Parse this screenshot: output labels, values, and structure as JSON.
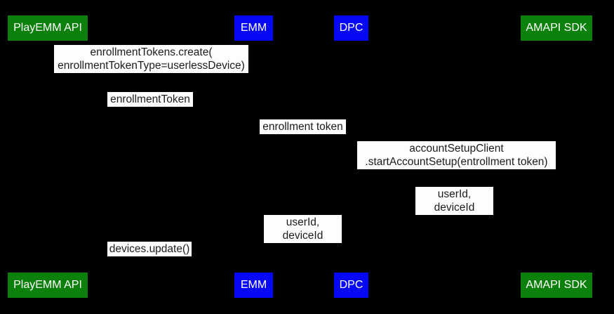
{
  "diagram": {
    "type": "sequence-diagram",
    "background_color": "#000000",
    "label_background_color": "#fdfdfd",
    "label_text_color": "#1c1c1c",
    "actor_green_color": "#0b800b",
    "actor_blue_color": "#0707f7",
    "actors": [
      {
        "label": "PlayEMM API",
        "color": "#0b800b"
      },
      {
        "label": "EMM",
        "color": "#0707f7"
      },
      {
        "label": "DPC",
        "color": "#0707f7"
      },
      {
        "label": "AMAPI SDK",
        "color": "#0b800b"
      }
    ],
    "messages": [
      {
        "text": "enrollmentTokens.create(\nenrollmentTokenType=userlessDevice)"
      },
      {
        "text": "enrollmentToken"
      },
      {
        "text": "enrollment token"
      },
      {
        "text": "accountSetupClient\n.startAccountSetup(entrollment token)"
      },
      {
        "text": "userId, deviceId"
      },
      {
        "text": "userId, deviceId"
      },
      {
        "text": "devices.update()"
      }
    ]
  }
}
